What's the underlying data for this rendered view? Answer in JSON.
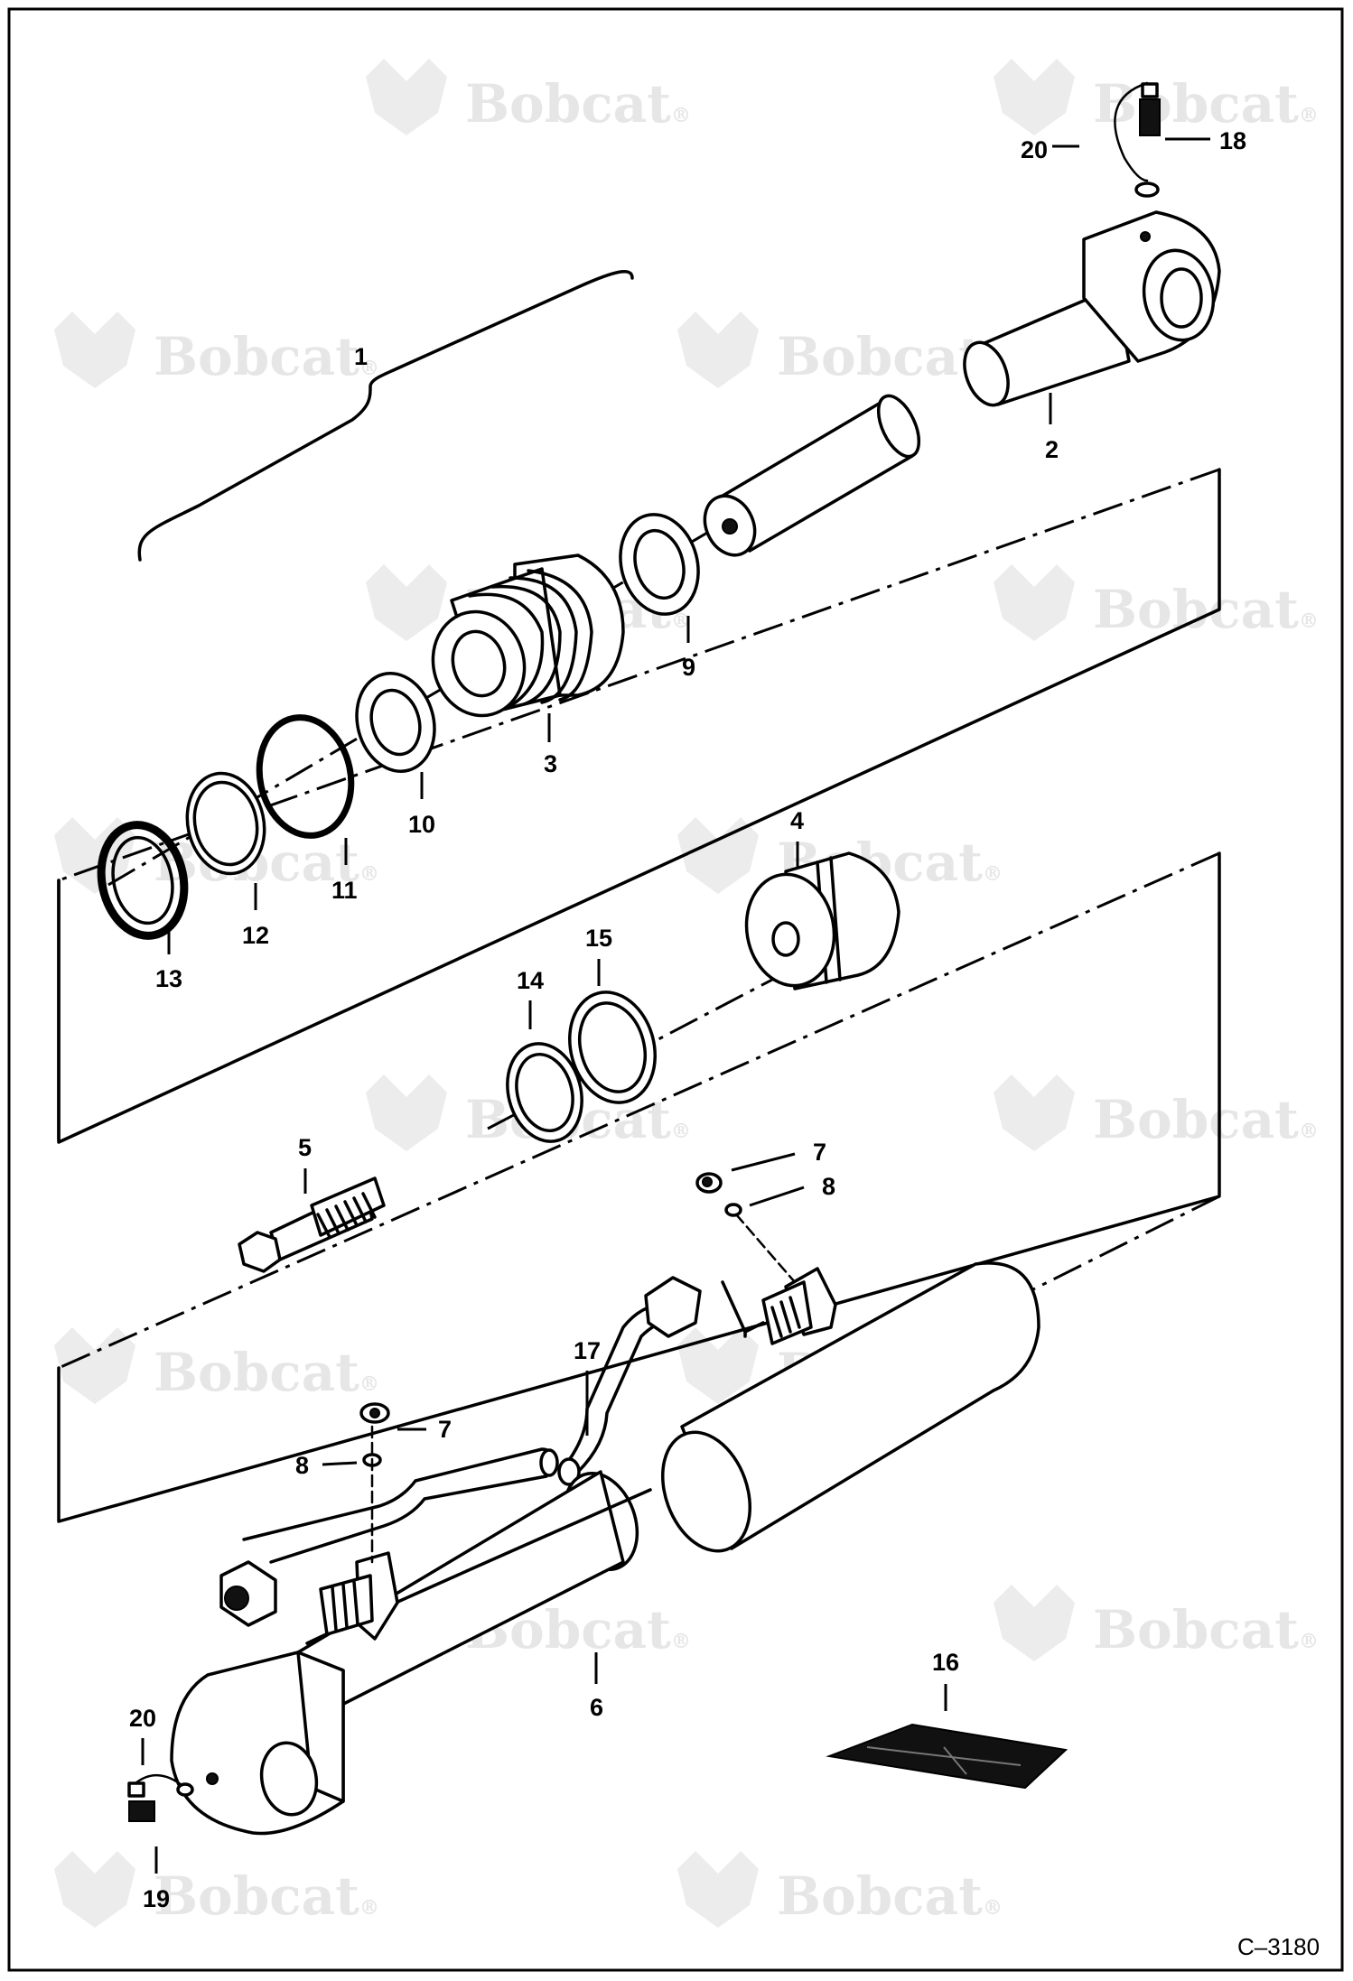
{
  "watermark": {
    "text": "Bobcat",
    "mark": "®"
  },
  "drawing_ref": "C–3180",
  "callouts": [
    "1",
    "2",
    "3",
    "4",
    "5",
    "6",
    "7",
    "8",
    "9",
    "10",
    "11",
    "12",
    "13",
    "14",
    "15",
    "16",
    "17",
    "18",
    "19",
    "20"
  ]
}
